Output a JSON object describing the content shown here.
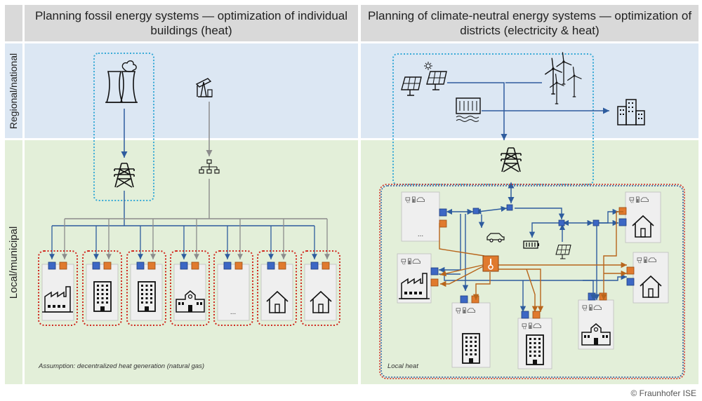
{
  "header": {
    "left_title": "Planning fossil energy systems — optimization of individual buildings (heat)",
    "right_title": "Planning of climate-neutral energy systems — optimization of districts (electricity & heat)"
  },
  "rows": {
    "regional": "Regional/national",
    "local": "Local/municipal"
  },
  "left": {
    "assumption": "Assumption: decentralized heat generation (natural gas)",
    "placeholder": "..."
  },
  "right": {
    "local_heat": "Local heat",
    "placeholder": "..."
  },
  "colors": {
    "electricity": "#2e5c9e",
    "gas": "#8c8c8c",
    "heat": "#b8651b",
    "regional_bg": "#dce7f3",
    "local_bg": "#e3efd9",
    "header_bg": "#d9d9d9",
    "dotted_blue": "#36a9d6",
    "dotted_red": "#d0271d"
  },
  "icons": [
    "power-plant-icon",
    "oil-pump-icon",
    "pylon-icon",
    "distribution-icon",
    "factory-icon",
    "office-building-icon",
    "school-icon",
    "house-icon",
    "solar-panel-icon",
    "wind-turbine-icon",
    "hydro-dam-icon",
    "city-icon",
    "heat-pump-icon",
    "electric-car-icon",
    "battery-icon",
    "sun-icon"
  ],
  "copyright": "© Fraunhofer ISE"
}
